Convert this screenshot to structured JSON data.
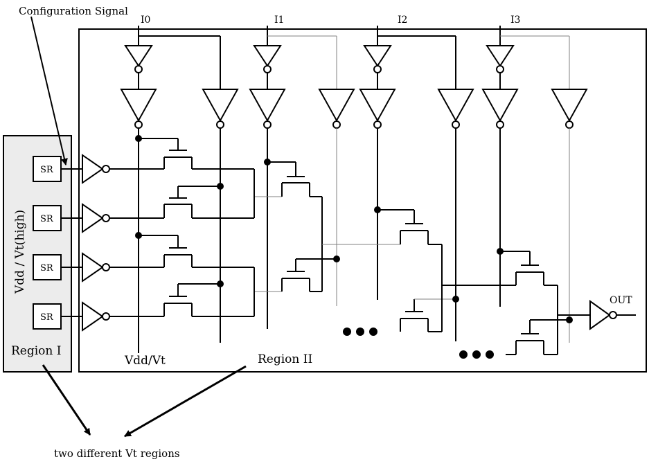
{
  "labels": {
    "config_signal": "Configuration Signal",
    "region1_vertical": "Vdd / Vt(high)",
    "region1": "Region I",
    "region2": "Region II",
    "vdd_vt": "Vdd/Vt",
    "caption": "two different Vt regions",
    "output": "OUT"
  },
  "inputs": [
    "I0",
    "I1",
    "I2",
    "I3"
  ],
  "sr_cells": [
    "SR",
    "SR",
    "SR",
    "SR"
  ],
  "colors": {
    "stroke": "#000000",
    "region1_fill": "#ececec",
    "wire_light": "#808080"
  }
}
